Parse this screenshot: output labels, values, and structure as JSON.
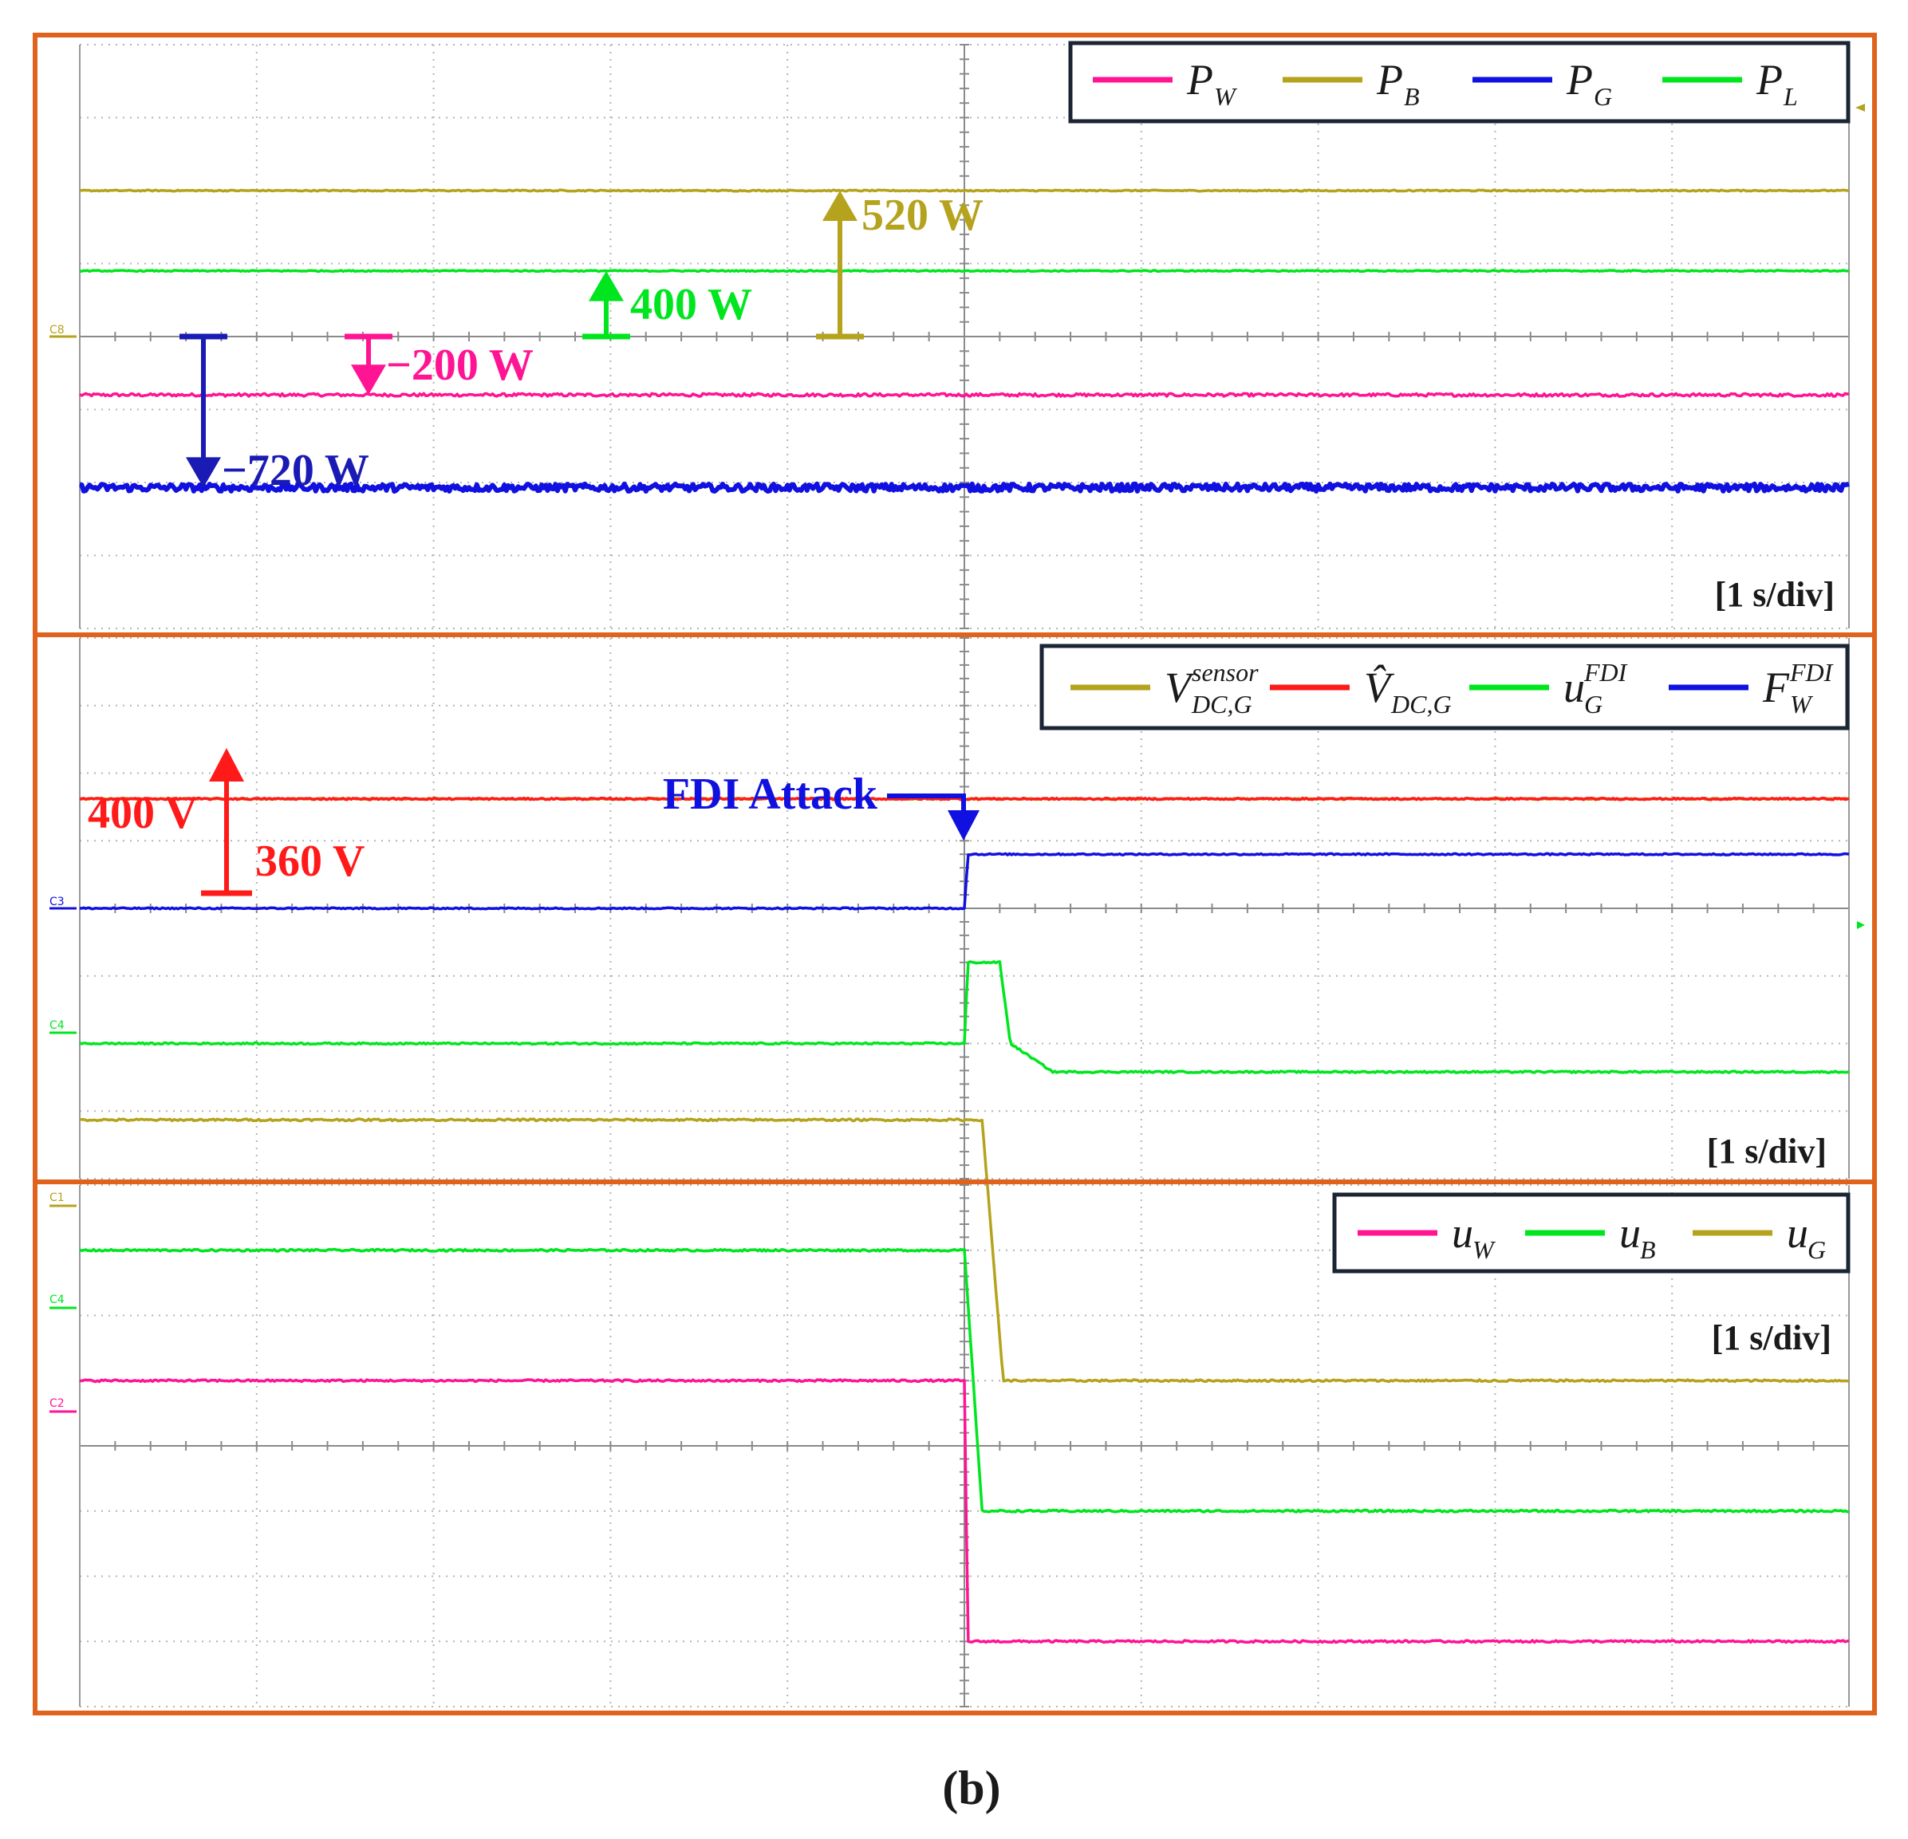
{
  "figure": {
    "caption": "(b)",
    "time_scale": "[1 s/div]"
  },
  "chart_data": [
    {
      "type": "line",
      "panel": "top",
      "x_unit": "div",
      "xlim": [
        0,
        10
      ],
      "ylim": [
        -4,
        4
      ],
      "ground_marker": "C8",
      "ground_level": 0,
      "series": [
        {
          "name_main": "P",
          "name_sub": "W",
          "color": "#ff1493",
          "x": [
            0,
            10
          ],
          "y": [
            -0.8,
            -0.8
          ],
          "noise": 0.02
        },
        {
          "name_main": "P",
          "name_sub": "B",
          "color": "#b5a31e",
          "x": [
            0,
            10
          ],
          "y": [
            2.0,
            2.0
          ],
          "noise": 0.008
        },
        {
          "name_main": "P",
          "name_sub": "G",
          "color": "#1010e0",
          "x": [
            0,
            10
          ],
          "y": [
            -2.07,
            -2.07
          ],
          "noise": 0.05
        },
        {
          "name_main": "P",
          "name_sub": "L",
          "color": "#00e61e",
          "x": [
            0,
            10
          ],
          "y": [
            0.9,
            0.9
          ],
          "noise": 0.008
        }
      ],
      "annotations": [
        {
          "text": "520 W",
          "color": "#b5a31e",
          "x": 4.3,
          "from": 0,
          "to": 2.0
        },
        {
          "text": "400 W",
          "color": "#00e61e",
          "x": 3.0,
          "from": 0,
          "to": 0.9
        },
        {
          "text": "−200 W",
          "color": "#ff1493",
          "x": 1.6,
          "from": 0,
          "to": -0.8
        },
        {
          "text": "−720 W",
          "color": "#1a1ab4",
          "x": 0.7,
          "from": 0,
          "to": -2.07
        }
      ]
    },
    {
      "type": "line",
      "panel": "middle",
      "x_unit": "div",
      "xlim": [
        0,
        10
      ],
      "ylim": [
        -4,
        4
      ],
      "ground_marker": "C3",
      "ground_level": 0,
      "series": [
        {
          "name_main": "V",
          "name_sup": "sensor",
          "name_sub": "DC,G",
          "color": "#b5a31e",
          "x": [
            0,
            10
          ],
          "y": [
            1.62,
            1.62
          ],
          "noise": 0.01
        },
        {
          "name_main": "V̂",
          "name_sub": "DC,G",
          "color": "#ff1a1a",
          "x": [
            0,
            10
          ],
          "y": [
            1.62,
            1.62
          ],
          "noise": 0.012
        },
        {
          "name_main": "u",
          "name_sup": "FDI",
          "name_sub": "G",
          "color": "#00e61e",
          "x": [
            0,
            5.0,
            5.02,
            5.2,
            5.26,
            5.5,
            10
          ],
          "y": [
            -2.0,
            -2.0,
            -0.8,
            -0.8,
            -2.0,
            -2.42,
            -2.42
          ],
          "noise": 0.012
        },
        {
          "name_main": "F",
          "name_sup": "FDI",
          "name_sub": "W",
          "color": "#1010e0",
          "x": [
            0,
            5.0,
            5.02,
            10
          ],
          "y": [
            0.0,
            0.0,
            0.8,
            0.8
          ],
          "noise": 0.01
        }
      ],
      "annotations": [
        {
          "text": "400 V",
          "color": "#ff1a1a",
          "x": 0.85,
          "from": 0,
          "to": 1.62,
          "side": "left"
        },
        {
          "text": "360 V",
          "color": "#ff1a1a",
          "x": 0.85,
          "side": "right"
        },
        {
          "text": "FDI Attack",
          "color": "#1010e0",
          "x": 5.0
        }
      ]
    },
    {
      "type": "line",
      "panel": "bottom",
      "x_unit": "div",
      "xlim": [
        0,
        10
      ],
      "ylim": [
        -4,
        4
      ],
      "channel_markers": [
        "C1",
        "C4",
        "C2"
      ],
      "series": [
        {
          "name_main": "u",
          "name_sub": "W",
          "color": "#ff1493",
          "x": [
            0,
            5.0,
            5.02,
            10
          ],
          "y": [
            1.0,
            1.0,
            -3.0,
            -3.0
          ],
          "noise": 0.015
        },
        {
          "name_main": "u",
          "name_sub": "B",
          "color": "#00e61e",
          "x": [
            0,
            5.0,
            5.1,
            10
          ],
          "y": [
            3.0,
            3.0,
            -1.0,
            -1.0
          ],
          "noise": 0.015
        },
        {
          "name_main": "u",
          "name_sub": "G",
          "color": "#b5a31e",
          "x": [
            0,
            5.1,
            5.22,
            10
          ],
          "y": [
            5.0,
            5.0,
            1.0,
            1.0
          ],
          "noise": 0.015
        }
      ]
    }
  ]
}
